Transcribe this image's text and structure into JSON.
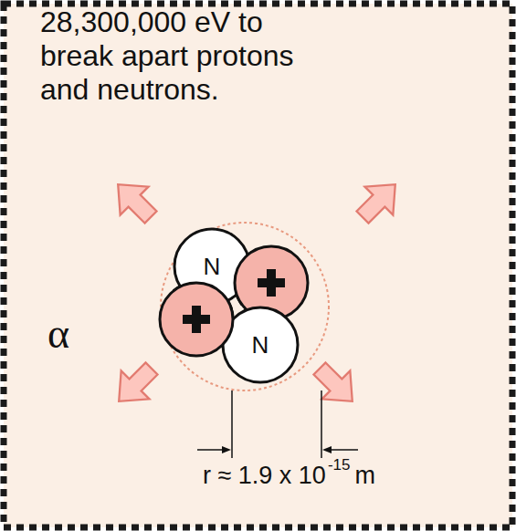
{
  "diagram": {
    "title": "28,300,000 eV to break apart protons and neutrons.",
    "nodes": [
      {
        "text": [
          "N"
        ]
      },
      {
        "text": [
          "N"
        ]
      }
    ],
    "labels": [
      "α",
      "r ≈ 1.9 x 10",
      "-15",
      "m"
    ]
  }
}
